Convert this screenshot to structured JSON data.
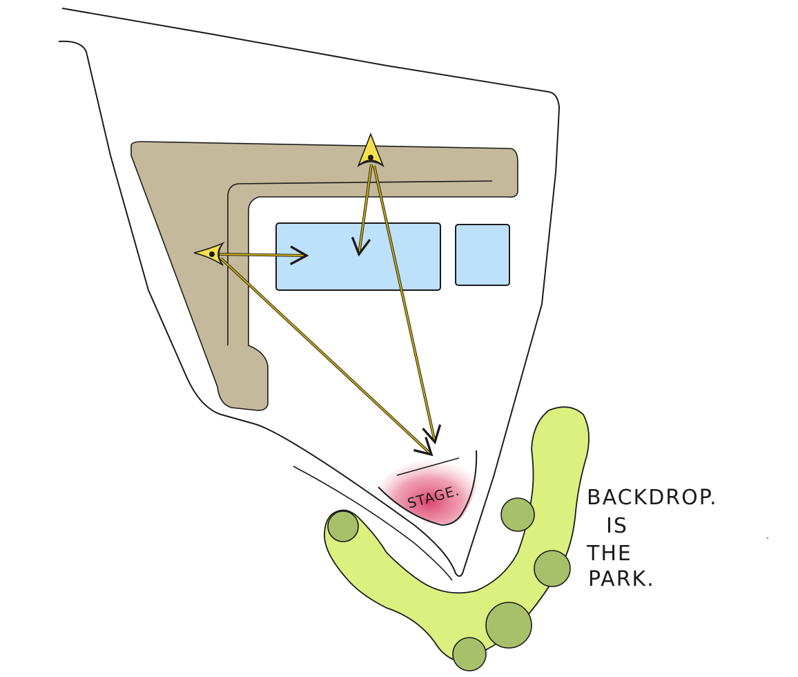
{
  "colors": {
    "ink": "#1a1a1a",
    "building": "#c5b99b",
    "water": "#bde0fb",
    "sightline": "#c8aa10",
    "eye": "#f4e04a",
    "stage": "#de4d72",
    "park": "#dbf07e",
    "tree": "#a9c06a"
  },
  "icons": {
    "viewer_top": "eye-icon",
    "viewer_left": "eye-icon"
  },
  "labels": {
    "stage": "STAGE.",
    "note_line1": "BACKDROP.",
    "note_line2": "IS",
    "note_line3": "THE",
    "note_line4": "PARK."
  }
}
